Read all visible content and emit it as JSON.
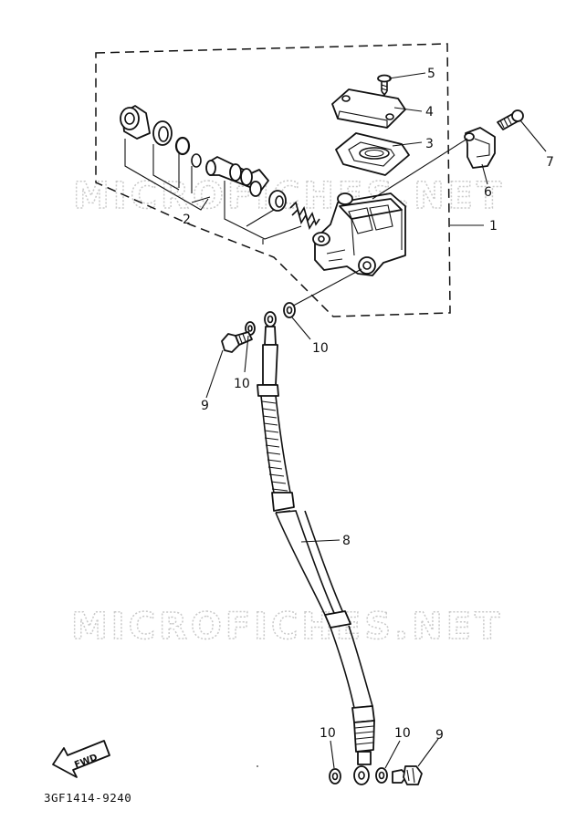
{
  "diagram": {
    "watermarks": [
      "MICROFICHES.NET",
      "MICROFICHES.NET"
    ],
    "fwd_label": "FWD",
    "part_code": "3GF1414-9240",
    "callouts": [
      "1",
      "2",
      "3",
      "4",
      "5",
      "6",
      "7",
      "8",
      "9",
      "9",
      "10",
      "10",
      "10",
      "10"
    ]
  }
}
